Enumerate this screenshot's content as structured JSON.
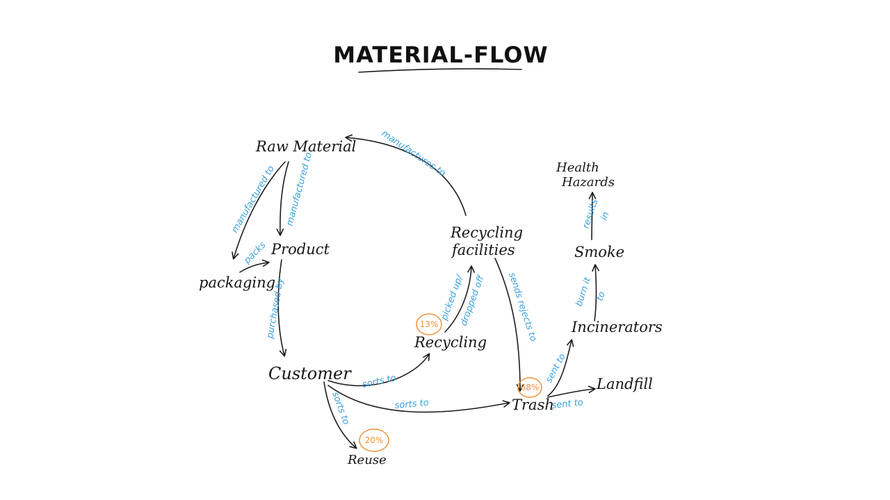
{
  "title": "MATERIAL-FLOW",
  "colors": {
    "ink": "#1c1c1c",
    "label": "#3aa0dc",
    "percent": "#f0923a"
  },
  "nodes": {
    "raw_material": "Raw Material",
    "product": "Product",
    "packaging": "packaging",
    "customer": "Customer",
    "reuse": "Reuse",
    "recycling": "Recycling",
    "recycling_facilities_line1": "Recycling",
    "recycling_facilities_line2": "facilities",
    "trash": "Trash",
    "landfill": "Landfill",
    "incinerators": "Incinerators",
    "smoke": "Smoke",
    "health_hazards_line1": "Health",
    "health_hazards_line2": "Hazards"
  },
  "edges": {
    "manufactures_to": "manufactures to",
    "raw_to_packaging": "manufactured to",
    "raw_to_product": "manufactured to",
    "packs": "packs",
    "purchased_by": "purchased by",
    "customer_to_recycling": "sorts to",
    "customer_to_trash": "sorts to",
    "customer_to_reuse": "sorts to",
    "picked_up_line1": "picked up/",
    "picked_up_line2": "dropped off",
    "sends_rejects_to": "sends rejects to",
    "trash_to_incinerators": "sent to",
    "trash_to_landfill": "sent to",
    "burn_it_line1": "burn it",
    "burn_it_line2": "to",
    "results_line1": "results",
    "results_line2": "in"
  },
  "percentages": {
    "recycling": "13%",
    "trash": "68%",
    "reuse": "20%"
  }
}
